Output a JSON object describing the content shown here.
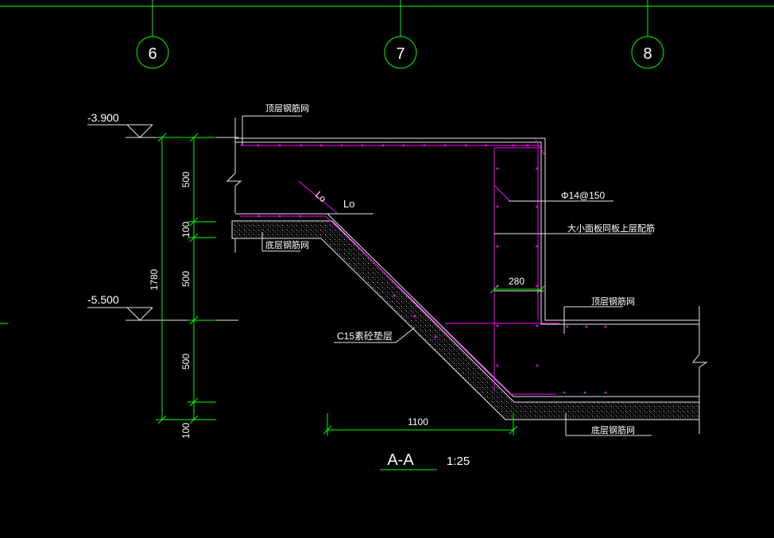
{
  "drawing": {
    "grid_labels": [
      "6",
      "7",
      "8"
    ],
    "elevations": [
      "-3.900",
      "-5.500"
    ],
    "dims_vertical": [
      "500",
      "100",
      "500",
      "500",
      "100"
    ],
    "dim_total": "1780",
    "dim_horizontal": [
      "280",
      "1100"
    ],
    "annotations": {
      "top_mesh": "顶层钢筋网",
      "bottom_mesh_left": "底层钢筋网",
      "rebar_spec": "Φ14@150",
      "note_upper": "大小面板同板上层配筋",
      "top_mesh_right": "顶层钢筋网",
      "bottom_mesh_right": "底层钢筋网",
      "cushion": "C15素砼垫层",
      "lo_diag": "Lo",
      "lo": "Lo"
    },
    "title": "A-A",
    "scale": "1:25",
    "colors": {
      "background": "#000000",
      "grid": "#00ff00",
      "structure": "#e8e8e8",
      "rebar": "#ff00ff",
      "text": "#ffffff"
    }
  }
}
